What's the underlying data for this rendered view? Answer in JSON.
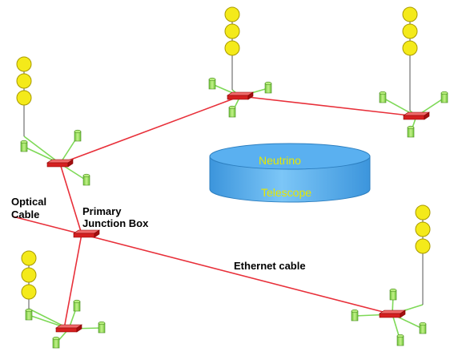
{
  "labels": {
    "optical_cable_line1": "Optical",
    "optical_cable_line2": "Cable",
    "primary_junction_line1": "Primary",
    "primary_junction_line2": "Junction Box",
    "ethernet_cable": "Ethernet cable",
    "telescope_line1": "Neutrino",
    "telescope_line2": "Telescope"
  },
  "colors": {
    "cable": "#e8303a",
    "junction_box": "#d42020",
    "sensor_ball": "#f4ea1a",
    "sensor_ball_stroke": "#a89a00",
    "detector_cylinder": "#8fd85a",
    "detector_branch": "#7ed957",
    "telescope_fill": "#5ab0f0",
    "telescope_text": "#e8e800"
  }
}
